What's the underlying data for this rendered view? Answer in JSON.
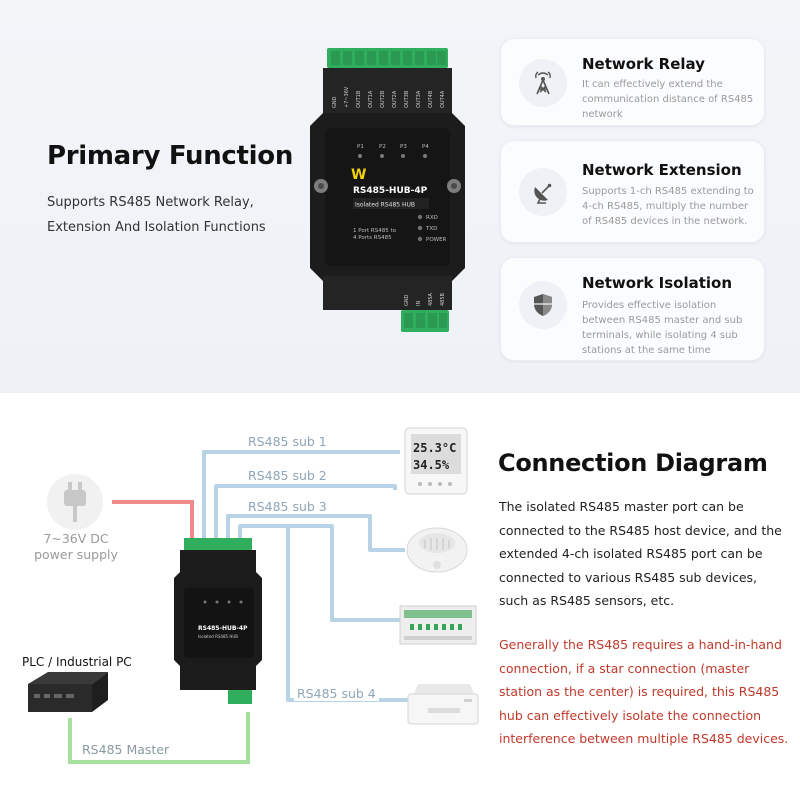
{
  "primary": {
    "title": "Primary Function",
    "subtitle": "Supports RS485 Network Relay, Extension And Isolation Functions"
  },
  "device": {
    "model": "RS485-HUB-4P",
    "name": "Isolated RS485 HUB",
    "port_note_line1": "1 Port RS485 to",
    "port_note_line2": "4 Ports RS485",
    "leds": [
      "RXD",
      "TXD",
      "POWER"
    ],
    "port_leds": [
      "P1",
      "P2",
      "P3",
      "P4"
    ],
    "top_pins": [
      "GND",
      "+7~36V",
      "OUT1B",
      "OUT1A",
      "OUT2B",
      "OUT2A",
      "OUT3B",
      "OUT3A",
      "OUT4B",
      "OUT4A"
    ],
    "bottom_pins": [
      "GND",
      "IN",
      "485A",
      "485B"
    ],
    "logo": "W"
  },
  "features": [
    {
      "title": "Network Relay",
      "desc": "It can effectively extend the communication distance of RS485 network",
      "icon": "antenna-tower-icon"
    },
    {
      "title": "Network Extension",
      "desc": "Supports 1-ch RS485 extending to 4-ch RS485, multiply the number of RS485 devices in the network.",
      "icon": "satellite-dish-icon"
    },
    {
      "title": "Network Isolation",
      "desc": "Provides effective isolation between RS485 master and sub terminals, while isolating 4 sub stations at the same time",
      "icon": "shield-icon"
    }
  ],
  "connection": {
    "title": "Connection Diagram",
    "body": "The isolated RS485 master port can be connected to the RS485 host device, and the extended 4-ch isolated RS485 port can be connected to various RS485 sub devices, such as RS485 sensors, etc.",
    "note": "Generally the RS485 requires a hand-in-hand connection, if a star connection (master station as the center) is required, this RS485 hub can effectively isolate the connection interference between multiple RS485 devices."
  },
  "diagram": {
    "sub1": "RS485 sub 1",
    "sub2": "RS485 sub 2",
    "sub3": "RS485 sub 3",
    "sub4": "RS485 sub 4",
    "master": "RS485 Master",
    "power": "7~36V DC power supply",
    "plc": "PLC / Industrial PC",
    "sensor_temp": "25.3°C",
    "sensor_hum": "34.5%"
  },
  "colors": {
    "sub_line": "#b9d3e6",
    "power_line": "#f08a8a",
    "master_line": "#a8e0a0",
    "note_red": "#c0392b"
  }
}
